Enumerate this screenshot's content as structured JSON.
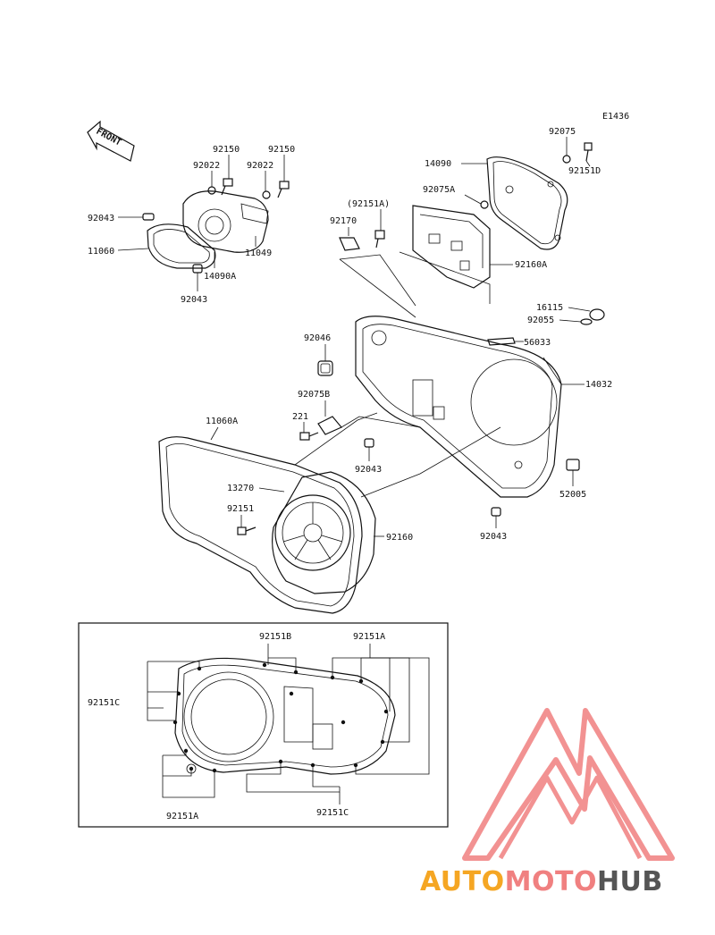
{
  "diagram_code": "E1436",
  "front_label": "FRONT",
  "parts": {
    "p92075": "92075",
    "p14090": "14090",
    "p92151D": "92151D",
    "p92075A": "92075A",
    "p92151A_paren": "(92151A)",
    "p92170": "92170",
    "p92160A": "92160A",
    "p92150_a": "92150",
    "p92150_b": "92150",
    "p92022_a": "92022",
    "p92022_b": "92022",
    "p92043_a": "92043",
    "p11060": "11060",
    "p11049": "11049",
    "p14090A": "14090A",
    "p92043_b": "92043",
    "p16115": "16115",
    "p92055": "92055",
    "p56033": "56033",
    "p92046": "92046",
    "p14032": "14032",
    "p92075B": "92075B",
    "p221": "221",
    "p92043_c": "92043",
    "p11060A": "11060A",
    "p13270": "13270",
    "p52005": "52005",
    "p92151": "92151",
    "p92160": "92160",
    "p92043_d": "92043"
  },
  "inset": {
    "p92151B": "92151B",
    "p92151A_top": "92151A",
    "p92151C_left": "92151C",
    "p92151A_bottom": "92151A",
    "p92151C_bottom": "92151C"
  },
  "watermark": {
    "part1": "AUTO",
    "part2": "MOTO",
    "part3": "HUB",
    "color1": "#f5a623",
    "color2": "#f08080",
    "color3": "#555555",
    "logo_color": "#f08080"
  }
}
